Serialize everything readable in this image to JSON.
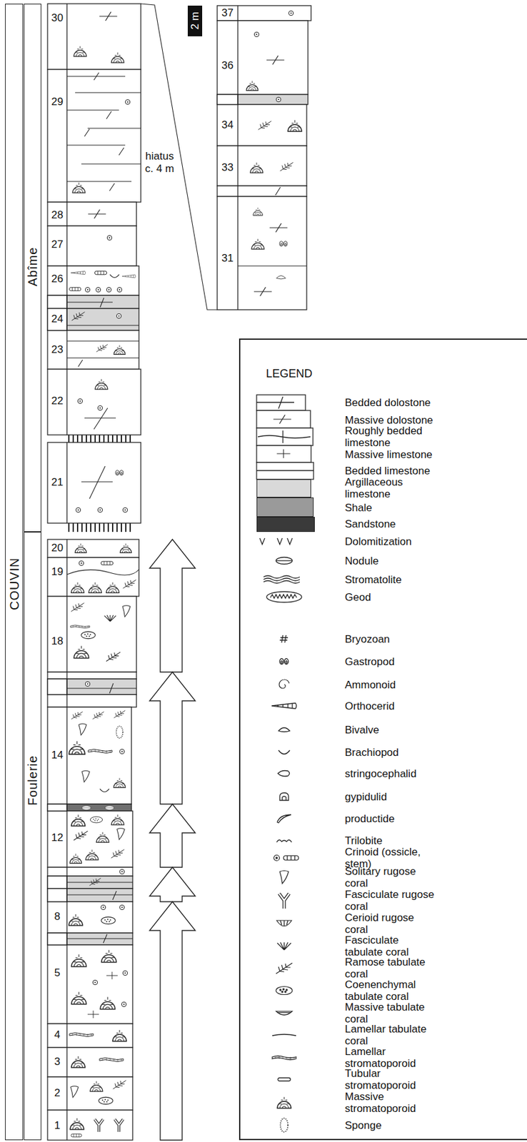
{
  "diagram": {
    "nodes": [
      {
        "text": [
          "COUVIN"
        ]
      },
      {
        "text": [
          "Abîme"
        ]
      },
      {
        "text": [
          "Foulerie"
        ]
      }
    ],
    "labels": [
      "30",
      "29",
      "28",
      "27",
      "26",
      "24",
      "23",
      "22",
      "21",
      "20",
      "19",
      "18",
      "14",
      "12",
      "8",
      "5",
      "4",
      "3",
      "2",
      "1",
      "37",
      "36",
      "34",
      "33",
      "31",
      "2 m",
      "hiatus c. 4 m",
      "LEGEND"
    ],
    "legend": [
      {
        "text": "Bedded dolostone"
      },
      {
        "text": "Massive dolostone"
      },
      {
        "text": "Roughly bedded limestone"
      },
      {
        "text": "Massive limestone"
      },
      {
        "text": "Bedded limestone"
      },
      {
        "text": "Argillaceous limestone",
        "color": "#d9d9d9"
      },
      {
        "text": "Shale",
        "color": "#9a9a9a"
      },
      {
        "text": "Sandstone",
        "color": "#3a3a3a"
      },
      {
        "text": "Dolomitization"
      },
      {
        "text": "Nodule"
      },
      {
        "text": "Stromatolite"
      },
      {
        "text": "Geod"
      },
      {
        "text": "Bryozoan"
      },
      {
        "text": "Gastropod"
      },
      {
        "text": "Ammonoid"
      },
      {
        "text": "Orthocerid"
      },
      {
        "text": "Bivalve"
      },
      {
        "text": "Brachiopod"
      },
      {
        "text": "stringocephalid"
      },
      {
        "text": "gypidulid"
      },
      {
        "text": "productide"
      },
      {
        "text": "Trilobite"
      },
      {
        "text": "Crinoid (ossicle, stem)"
      },
      {
        "text": "Solitary rugose coral"
      },
      {
        "text": "Fasciculate rugose coral"
      },
      {
        "text": "Cerioid rugose coral"
      },
      {
        "text": "Fasciculate tabulate coral"
      },
      {
        "text": "Ramose tabulate coral"
      },
      {
        "text": "Coenenchymal tabulate coral"
      },
      {
        "text": "Massive tabulate coral"
      },
      {
        "text": "Lamellar tabulate coral"
      },
      {
        "text": "Lamellar stromatoporoid"
      },
      {
        "text": "Tubular stromatoporoid"
      },
      {
        "text": "Massive stromatoporoid"
      },
      {
        "text": "Sponge"
      }
    ]
  }
}
